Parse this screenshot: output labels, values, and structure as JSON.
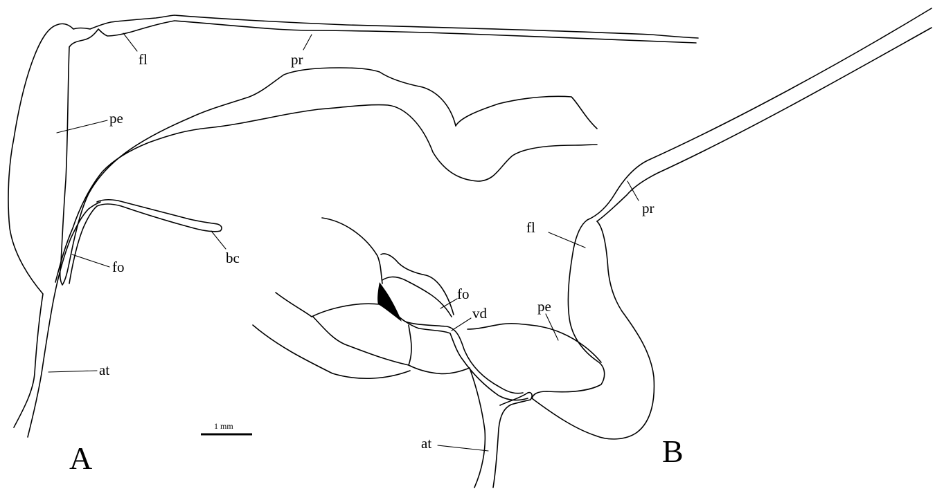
{
  "panels": {
    "a": {
      "letter": "A",
      "labels": {
        "fl": "fl",
        "pr": "pr",
        "pe": "pe",
        "fo": "fo",
        "bc": "bc",
        "at": "at"
      }
    },
    "b": {
      "letter": "B",
      "labels": {
        "fl": "fl",
        "pr": "pr",
        "fo": "fo",
        "vd": "vd",
        "pe": "pe",
        "at": "at"
      }
    }
  },
  "scale_bar": {
    "label": "1 mm"
  },
  "colors": {
    "ink": "#000000",
    "background": "#ffffff"
  }
}
